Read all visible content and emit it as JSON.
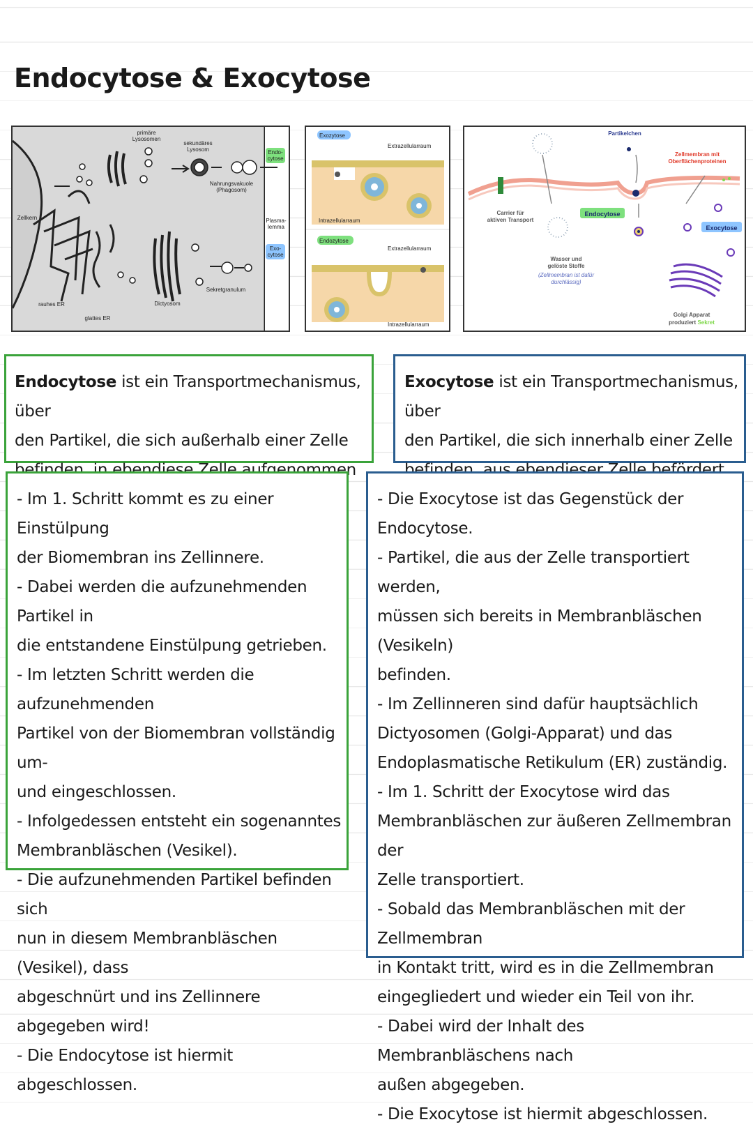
{
  "page": {
    "title": "Endocytose & Exocytose"
  },
  "figure1": {
    "labels": {
      "primaere": "primäre",
      "lysosomen": "Lysosomen",
      "sekundaeres": "sekundäres",
      "lysosom": "Lysosom",
      "endo1": "Endo-",
      "endo2": "cytose",
      "nahrung1": "Nahrungsvakuole",
      "nahrung2": "(Phagosom)",
      "zellkern": "Zellkern",
      "plasma1": "Plasma-",
      "plasma2": "lemma",
      "exo1": "Exo-",
      "exo2": "cytose",
      "sekret": "Sekretgranulum",
      "rauhes": "rauhes ER",
      "dictyosom": "Dictyosom",
      "glattes": "glattes ER"
    }
  },
  "figure2": {
    "labels": {
      "exo_badge": "Exozytose",
      "extra1": "Extrazellularraum",
      "intra1": "Intrazellularraum",
      "endo_badge": "Endozytose",
      "extra2": "Extrazellularraum",
      "intra2": "Intrazellularraum"
    }
  },
  "figure3": {
    "labels": {
      "partikelchen": "Partikelchen",
      "zm1": "Zellmembran mit",
      "zm2": "Oberflächenproteinen",
      "carrier1": "Carrier für",
      "carrier2": "aktiven Transport",
      "endo_badge": "Endocytose",
      "exo_badge": "Exocytose",
      "wasser1": "Wasser und",
      "wasser2": "gelöste Stoffe",
      "wasser3": "(Zellmembran ist dafür",
      "wasser4": "durchlässig)",
      "golgi1": "Golgi Apparat",
      "golgi2a": "produziert",
      "golgi2b": "Sekret"
    }
  },
  "definitions": {
    "endo": {
      "term": "Endocytose",
      "rest1": " ist ein Transportmechanismus, über",
      "line2": "den Partikel, die sich außerhalb einer Zelle",
      "line3": "befinden, in ebendiese Zelle aufgenommen werden!"
    },
    "exo": {
      "term": "Exocytose",
      "rest1": " ist ein Transportmechanismus, über",
      "line2": "den Partikel, die sich innerhalb einer Zelle",
      "line3": "befinden, aus ebendieser Zelle befördert werden!"
    }
  },
  "endo_steps": [
    "- Im 1. Schritt kommt es zu einer Einstülpung",
    "der Biomembran ins Zellinnere.",
    "- Dabei werden die aufzunehmenden Partikel in",
    "die entstandene Einstülpung getrieben.",
    "- Im letzten Schritt werden die aufzunehmenden",
    "Partikel von der Biomembran vollständig um-",
    "und eingeschlossen.",
    "- Infolgedessen entsteht ein sogenanntes",
    "Membranbläschen (Vesikel).",
    "- Die aufzunehmenden Partikel befinden sich",
    "nun in diesem Membranbläschen (Vesikel), dass",
    "abgeschnürt und ins Zellinnere abgegeben wird!",
    "- Die Endocytose ist hiermit abgeschlossen."
  ],
  "exo_steps": [
    "- Die Exocytose ist das Gegenstück der Endocytose.",
    "- Partikel, die aus der Zelle transportiert werden,",
    "müssen sich bereits in Membranbläschen (Vesikeln)",
    "befinden.",
    "- Im Zellinneren sind dafür hauptsächlich",
    "Dictyosomen (Golgi-Apparat) und das",
    "Endoplasmatische Retikulum (ER) zuständig.",
    "- Im 1. Schritt der Exocytose wird das",
    "Membranbläschen zur äußeren Zellmembran der",
    "Zelle transportiert.",
    "- Sobald das Membranbläschen mit der Zellmembran",
    "in Kontakt tritt, wird es in die Zellmembran",
    "eingegliedert und wieder ein Teil von ihr.",
    "- Dabei wird der Inhalt des Membranbläschens nach",
    "außen abgegeben.",
    "- Die Exocytose ist hiermit abgeschlossen."
  ],
  "colors": {
    "green": "#3aa33a",
    "blue": "#2a5d8f",
    "badge_green": "#7ee07e",
    "badge_blue": "#8ec5ff"
  }
}
